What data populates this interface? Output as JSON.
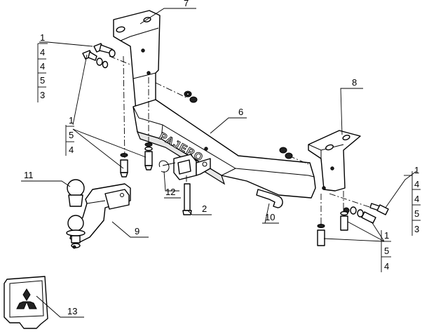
{
  "brand_text": "PAJERO",
  "callouts": {
    "c7": "7",
    "c8": "8",
    "c6": "6",
    "c2": "2",
    "c9": "9",
    "c10": "10",
    "c11": "11",
    "c12": "12",
    "c13": "13"
  },
  "stacks": {
    "top_left": [
      "1",
      "4",
      "4",
      "5",
      "3"
    ],
    "mid_left": [
      "1",
      "5",
      "4"
    ],
    "right": [
      "1",
      "4",
      "4",
      "5",
      "3"
    ],
    "bottom_right": [
      "1",
      "5",
      "4"
    ]
  }
}
